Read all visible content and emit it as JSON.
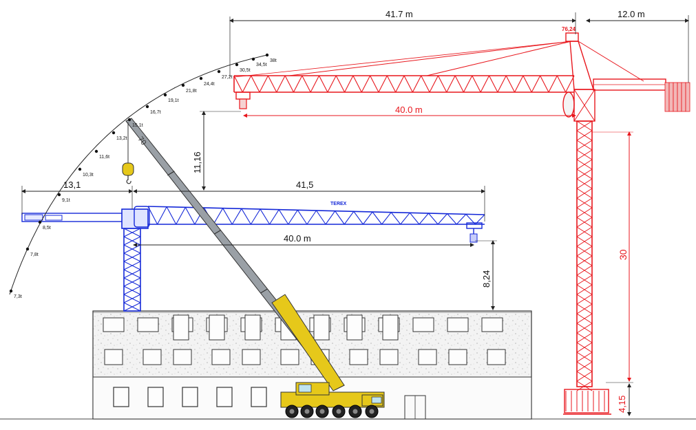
{
  "colors": {
    "tower_crane_large": "#e8161c",
    "tower_crane_small": "#1428d8",
    "mobile_crane_boom": "#9aa0a6",
    "mobile_crane_body": "#e6c81a",
    "building_fill": "#f2f2f2",
    "dimension_line": "#222222"
  },
  "icons": {
    "crane_hook": "crane-hook-icon",
    "counterweight": "counterweight-icon"
  },
  "red_crane": {
    "jib_length_label": "41.7 m",
    "counter_jib_label": "12.0 m",
    "working_radius_label": "40.0 m",
    "tower_height_label": "30",
    "base_height_label": "4,15",
    "top_marker": "76,24"
  },
  "blue_crane": {
    "jib_label": "41,5",
    "counter_jib_label": "13,1",
    "working_radius_label": "40.0 m",
    "clearance_label": "8,24",
    "brand_label": "TEREX",
    "vertical_gap_label": "11,16"
  },
  "mobile_crane": {
    "load_labels": [
      "7,3t",
      "7,8t",
      "8,5t",
      "9,1t",
      "10,3t",
      "11,6t",
      "13,2t",
      "15,1t",
      "16,7t",
      "19,1t",
      "21,8t",
      "24,4t",
      "27,2t",
      "30,5t",
      "34,5t",
      "38t"
    ],
    "boom_tip_label": "70"
  }
}
